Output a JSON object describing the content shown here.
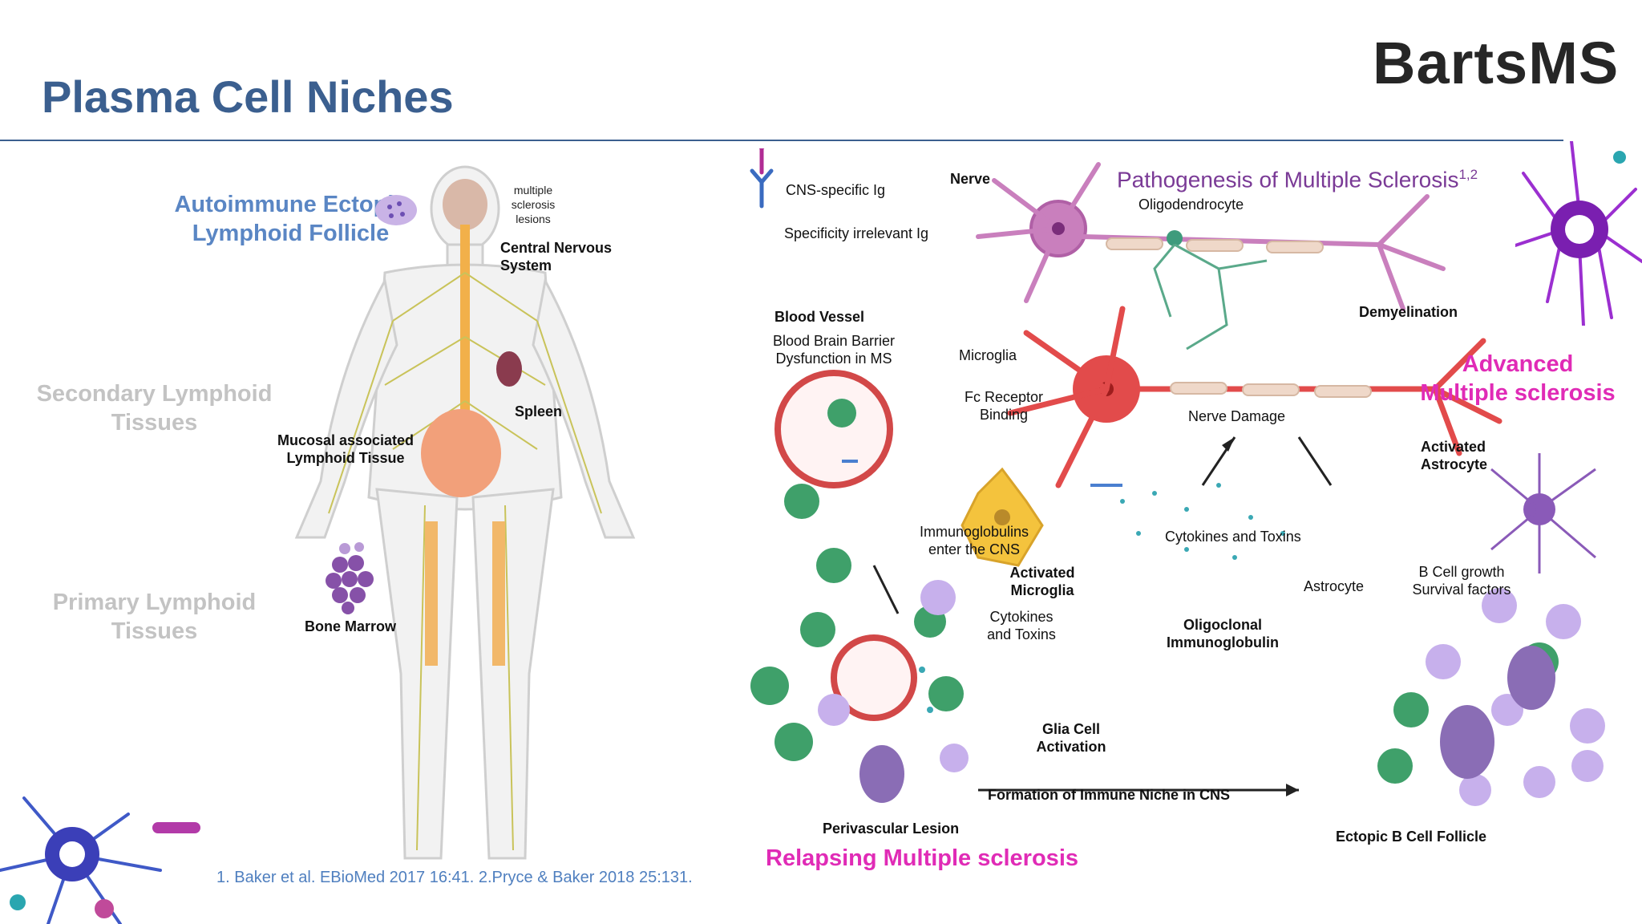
{
  "slide": {
    "title": "Plasma Cell Niches",
    "logo": "BartsMS",
    "reference": "1. Baker et al. EBioMed 2017 16:41. 2.Pryce & Baker 2018 25:131."
  },
  "tissue_labels": {
    "autoimmune": "Autoimmune Ectopic Lymphoid Follicle",
    "secondary": "Secondary Lymphoid Tissues",
    "primary": "Primary Lymphoid Tissues"
  },
  "body_diagram": {
    "ms_lesions": "multiple sclerosis lesions",
    "cns": "Central Nervous System",
    "spleen": "Spleen",
    "malt": "Mucosal associated Lymphoid Tissue",
    "bone_marrow": "Bone Marrow"
  },
  "ms_diagram": {
    "title": "Pathogenesis of Multiple Sclerosis",
    "title_refs": "1,2",
    "legend_cns_ig": "CNS-specific Ig",
    "legend_irrelevant_ig": "Specificity irrelevant Ig",
    "nerve": "Nerve",
    "oligodendrocyte": "Oligodendrocyte",
    "demyelination": "Demyelination",
    "blood_vessel": "Blood Vessel",
    "bbb": "Blood Brain Barrier Dysfunction in MS",
    "microglia": "Microglia",
    "fc_receptor": "Fc Receptor Binding",
    "nerve_damage": "Nerve Damage",
    "advanced_ms": "Advanced Multiple sclerosis",
    "activated_astrocyte": "Activated Astrocyte",
    "ig_enter": "Immunoglobulins enter the CNS",
    "cytokines_toxins": "Cytokines and Toxins",
    "activated_microglia": "Activated Microglia",
    "cytokines_toxins_2": "Cytokines and Toxins",
    "astrocyte": "Astrocyte",
    "bcell_growth": "B Cell growth Survival factors",
    "oligoclonal": "Oligoclonal Immunoglobulin",
    "glia_activation": "Glia Cell Activation",
    "immune_niche": "Formation of Immune Niche in CNS",
    "perivascular": "Perivascular Lesion",
    "ectopic_follicle": "Ectopic B Cell Follicle",
    "relapsing_ms": "Relapsing Multiple sclerosis"
  },
  "colors": {
    "title": "#3b5f8f",
    "autoimmune_label": "#5a86c4",
    "grey_label": "#c3c3c3",
    "magenta": "#e02bb6",
    "ms_title": "#7a3a96",
    "reference": "#4f7fbf"
  }
}
